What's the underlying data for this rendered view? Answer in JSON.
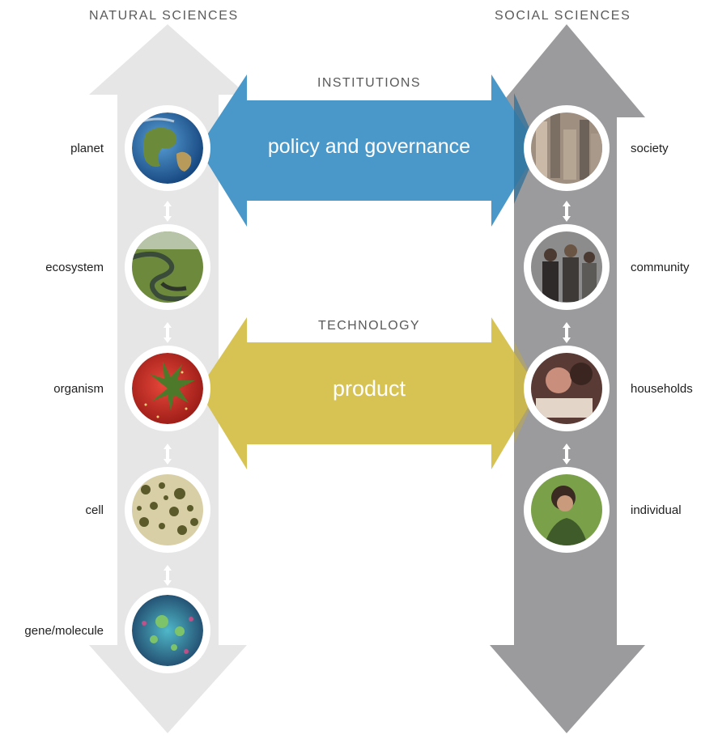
{
  "columns": {
    "left_title": "NATURAL SCIENCES",
    "right_title": "SOCIAL SCIENCES"
  },
  "bands": {
    "top": {
      "title": "INSTITUTIONS",
      "label": "policy and governance"
    },
    "middle": {
      "title": "TECHNOLOGY",
      "label": "product"
    }
  },
  "natural_levels": [
    {
      "label": "planet",
      "image": "earth-globe"
    },
    {
      "label": "ecosystem",
      "image": "river-landscape"
    },
    {
      "label": "organism",
      "image": "strawberry"
    },
    {
      "label": "cell",
      "image": "cell-microscopy"
    },
    {
      "label": "gene/molecule",
      "image": "molecule"
    }
  ],
  "social_levels": [
    {
      "label": "society",
      "image": "city-buildings"
    },
    {
      "label": "community",
      "image": "crowd"
    },
    {
      "label": "households",
      "image": "family"
    },
    {
      "label": "individual",
      "image": "person"
    }
  ],
  "colors": {
    "natural_arrow": "#e6e6e6",
    "social_arrow": "#9b9b9d",
    "institutions_band": "#4a98c9",
    "technology_band": "#d7c354",
    "connector": "#ffffff"
  }
}
